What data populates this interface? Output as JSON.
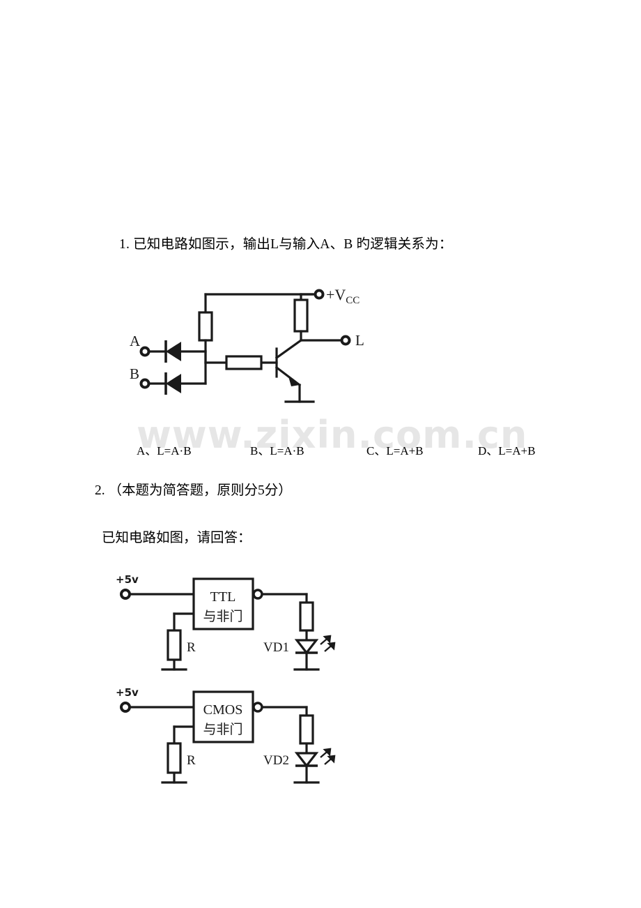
{
  "document": {
    "background_color": "#ffffff",
    "ink_color": "#1a1a1a",
    "watermark": "www.zixin.com.cn",
    "watermark_color": "#e6e6e6"
  },
  "question1": {
    "number": "1.",
    "stem": "1. 已知电路如图示，输出L与输入A、B 旳逻辑关系为：",
    "options": [
      {
        "key": "A、",
        "text": "L=A·B"
      },
      {
        "key": "B、",
        "text": "L=A·B"
      },
      {
        "key": "C、",
        "text": "L=A+B"
      },
      {
        "key": "D、",
        "text": "L=A+B"
      }
    ],
    "figure": {
      "name": "dtl-nand-gate-circuit",
      "input_a_label": "A",
      "input_b_label": "B",
      "supply_label": "+V",
      "supply_subscript": "CC",
      "output_label": "L"
    }
  },
  "question2": {
    "number": "2.",
    "stem": "2. （本题为简答题，原则分5分）",
    "prompt": "已知电路如图，请回答：",
    "figure": {
      "name": "ttl-cmos-led-driver-circuit",
      "stages": [
        {
          "supply_label": "+5v",
          "gate_line1": "TTL",
          "gate_line2": "与非门",
          "resistor_label": "R",
          "led_label": "VD1"
        },
        {
          "supply_label": "+5v",
          "gate_line1": "CMOS",
          "gate_line2": "与非门",
          "resistor_label": "R",
          "led_label": "VD2"
        }
      ]
    }
  }
}
